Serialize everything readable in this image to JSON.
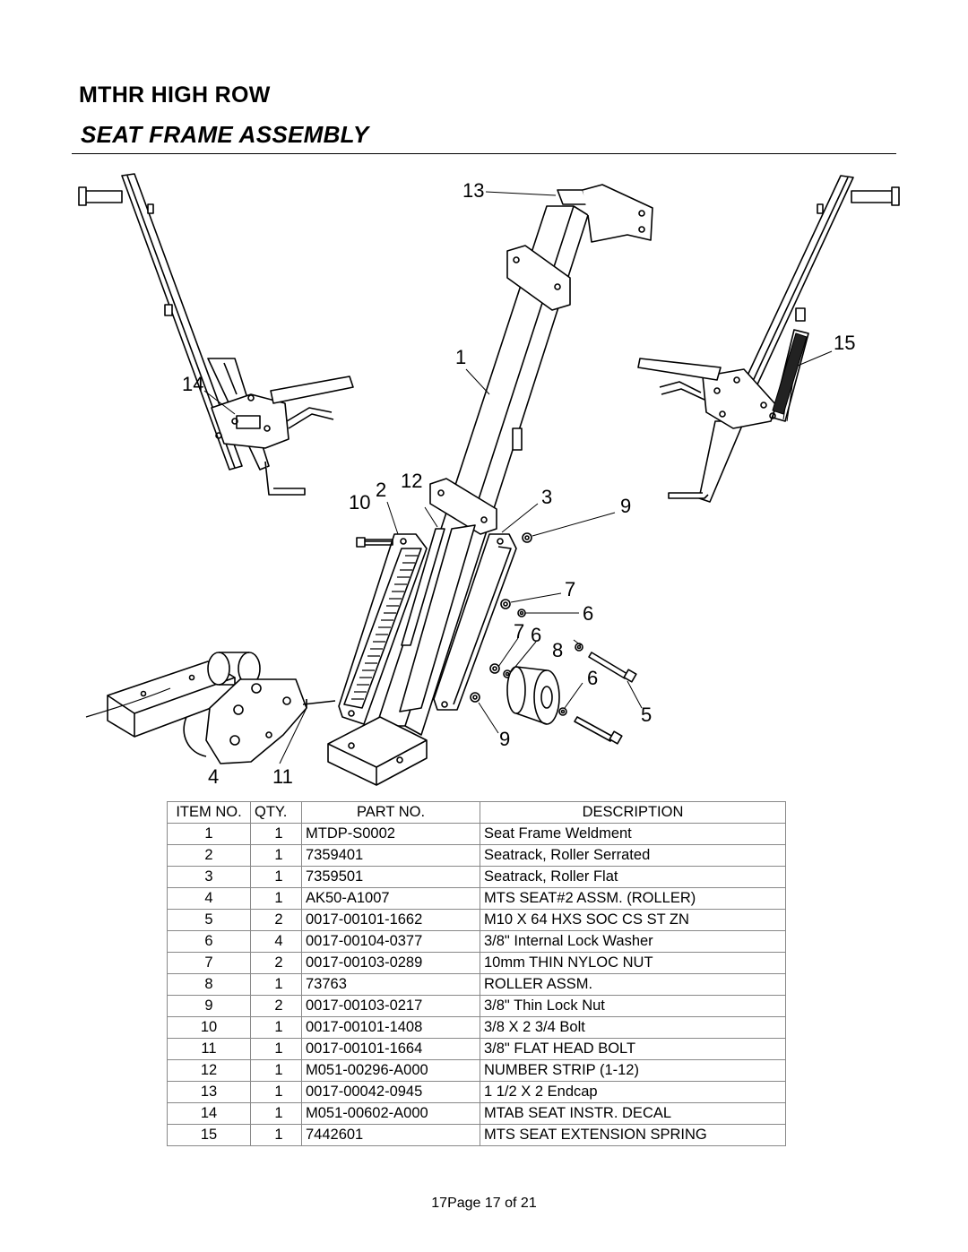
{
  "header": {
    "title": "MTHR HIGH ROW",
    "subtitle": "SEAT FRAME ASSEMBLY"
  },
  "diagram": {
    "callouts": [
      "13",
      "1",
      "14",
      "15",
      "10",
      "2",
      "12",
      "3",
      "9",
      "7",
      "6",
      "7",
      "6",
      "8",
      "6",
      "5",
      "9",
      "4",
      "11"
    ]
  },
  "bom": {
    "headers": [
      "ITEM NO.",
      "QTY.",
      "PART NO.",
      "DESCRIPTION"
    ],
    "rows": [
      [
        "1",
        "1",
        "MTDP-S0002",
        "Seat Frame Weldment"
      ],
      [
        "2",
        "1",
        "7359401",
        "Seatrack, Roller Serrated"
      ],
      [
        "3",
        "1",
        "7359501",
        "Seatrack, Roller Flat"
      ],
      [
        "4",
        "1",
        "AK50-A1007",
        "MTS SEAT#2 ASSM. (ROLLER)"
      ],
      [
        "5",
        "2",
        "0017-00101-1662",
        "M10 X 64 HXS SOC CS ST ZN"
      ],
      [
        "6",
        "4",
        "0017-00104-0377",
        "3/8\" Internal Lock Washer"
      ],
      [
        "7",
        "2",
        "0017-00103-0289",
        "10mm THIN NYLOC NUT"
      ],
      [
        "8",
        "1",
        "73763",
        "ROLLER ASSM."
      ],
      [
        "9",
        "2",
        "0017-00103-0217",
        "3/8\" Thin Lock Nut"
      ],
      [
        "10",
        "1",
        "0017-00101-1408",
        "3/8 X 2 3/4 Bolt"
      ],
      [
        "11",
        "1",
        "0017-00101-1664",
        "3/8\" FLAT HEAD BOLT"
      ],
      [
        "12",
        "1",
        "M051-00296-A000",
        "NUMBER STRIP (1-12)"
      ],
      [
        "13",
        "1",
        "0017-00042-0945",
        "1 1/2 X 2 Endcap"
      ],
      [
        "14",
        "1",
        "M051-00602-A000",
        "MTAB SEAT INSTR. DECAL"
      ],
      [
        "15",
        "1",
        "7442601",
        "MTS SEAT EXTENSION SPRING"
      ]
    ]
  },
  "footer": {
    "page_label": "17Page 17 of 21"
  }
}
